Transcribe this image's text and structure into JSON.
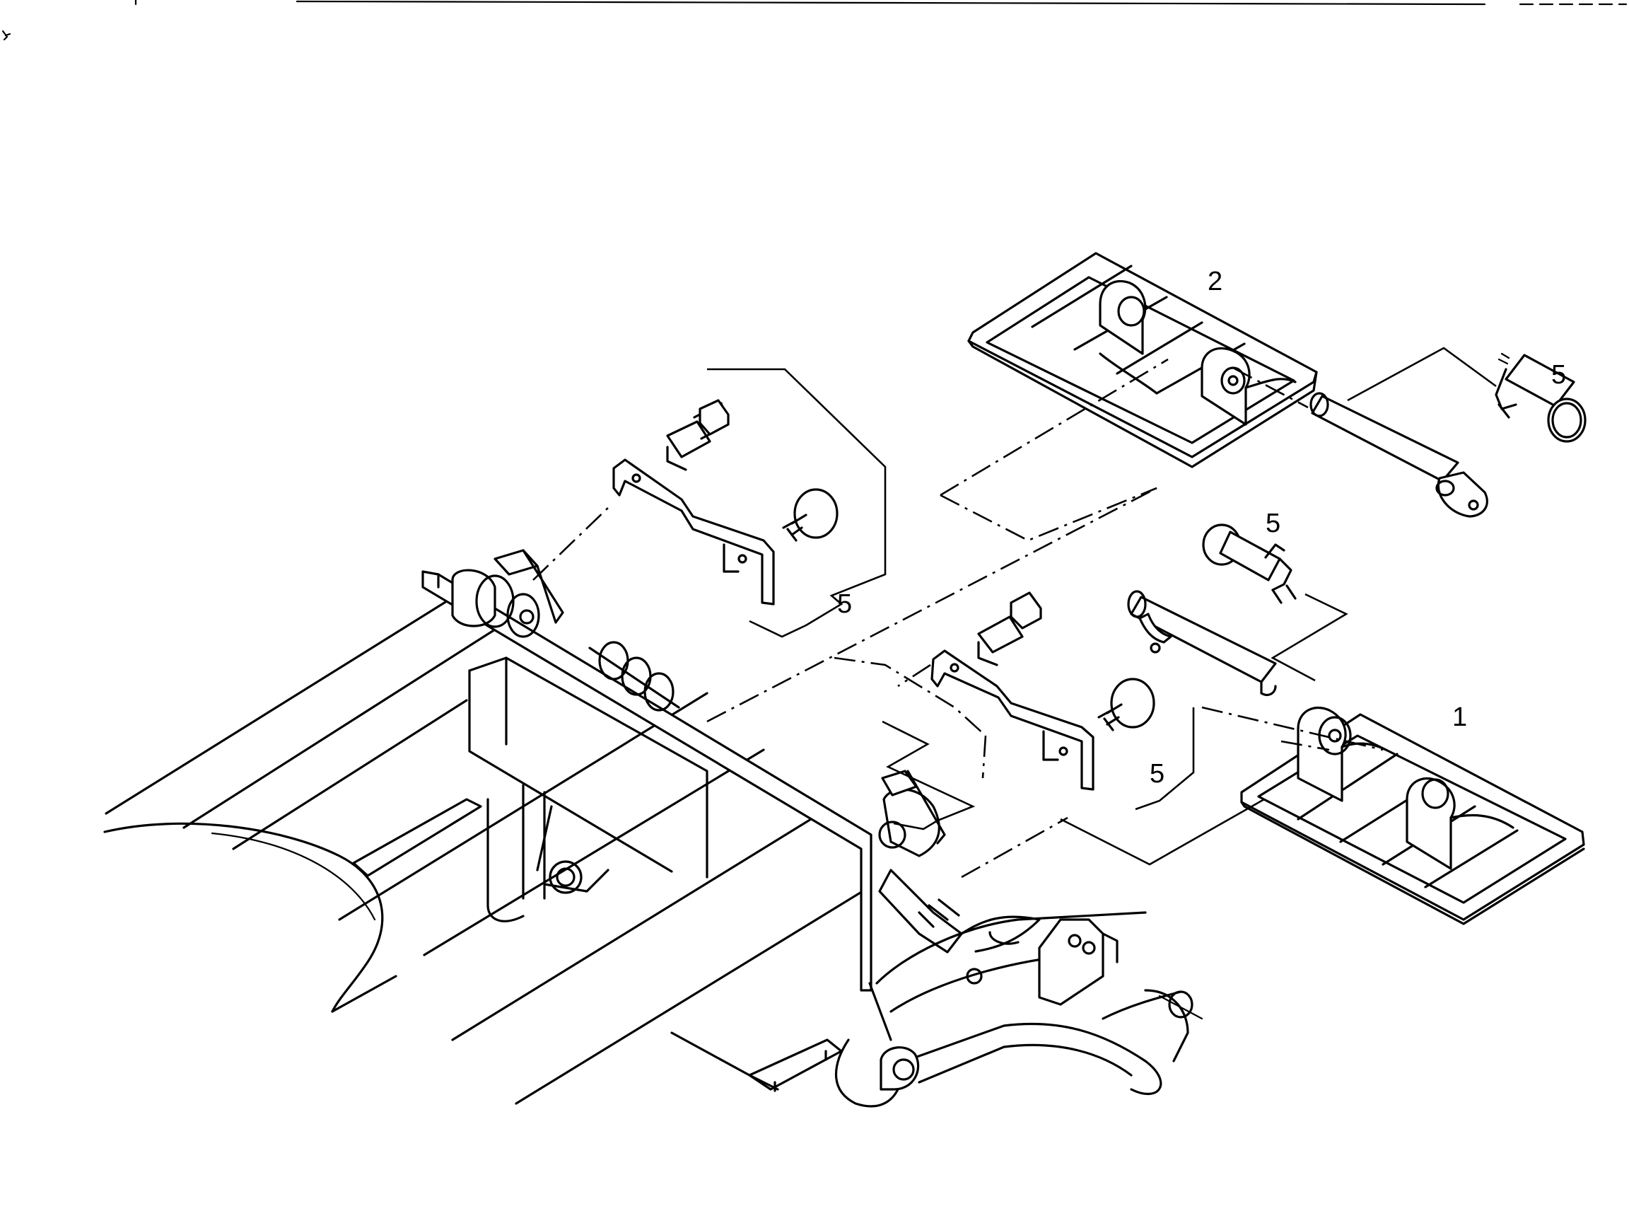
{
  "callouts": {
    "part_1": "1",
    "part_2": "2",
    "part_5_rear_pin": "5",
    "part_5_front_pin": "5",
    "part_5_left_bracket": "5",
    "part_5_right_bracket": "5"
  }
}
